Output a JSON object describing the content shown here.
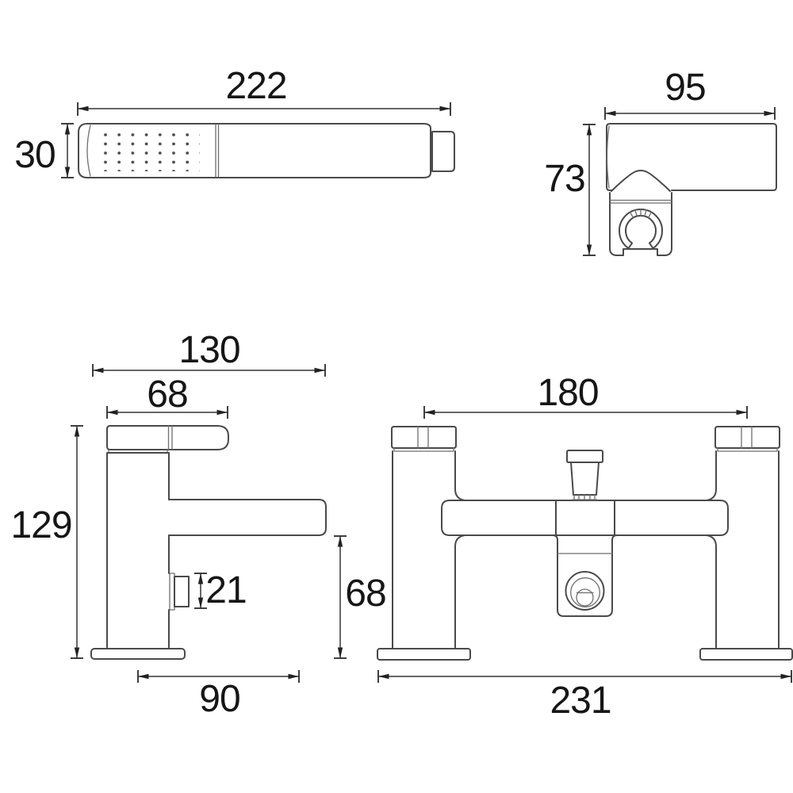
{
  "drawing": {
    "type": "technical-dimension-drawing",
    "background": "#ffffff",
    "line_color": "#4a4a4a",
    "text_color": "#161616"
  },
  "views": {
    "handset": {
      "dims": {
        "length": "222",
        "diameter": "30"
      }
    },
    "wall_bracket": {
      "dims": {
        "width": "95",
        "height": "73"
      }
    },
    "mixer_side": {
      "dims": {
        "projection": "130",
        "handle_depth": "68",
        "height": "129",
        "hose_connector": "21",
        "spout_reach": "90"
      }
    },
    "mixer_front": {
      "dims": {
        "tap_centres": "180",
        "spout_clearance": "68",
        "overall_width": "231"
      }
    }
  }
}
